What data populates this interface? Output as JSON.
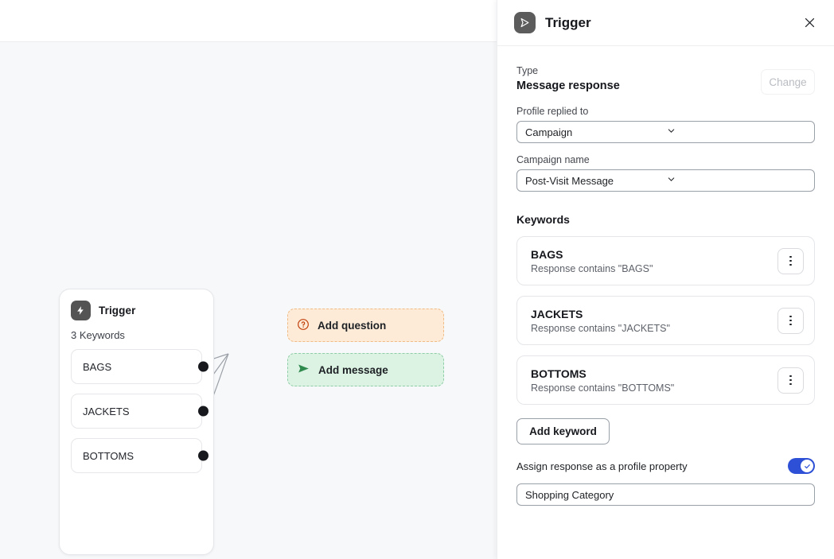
{
  "panel": {
    "icon": "send-triangle-icon",
    "title": "Trigger",
    "close_icon": "close-icon",
    "type_label": "Type",
    "type_value": "Message response",
    "change_label": "Change",
    "profile_label": "Profile replied to",
    "profile_value": "Campaign",
    "campaign_label": "Campaign name",
    "campaign_value": "Post-Visit Message",
    "keywords_title": "Keywords",
    "keywords": [
      {
        "title": "BAGS",
        "subtitle": "Response contains \"BAGS\"",
        "menu_icon": "kebab-menu-icon"
      },
      {
        "title": "JACKETS",
        "subtitle": "Response contains \"JACKETS\"",
        "menu_icon": "kebab-menu-icon"
      },
      {
        "title": "BOTTOMS",
        "subtitle": "Response contains \"BOTTOMS\"",
        "menu_icon": "kebab-menu-icon"
      }
    ],
    "add_keyword_label": "Add keyword",
    "assign_label": "Assign response as a profile property",
    "assign_toggle_on": true,
    "property_value": "Shopping Category",
    "accent_color": "#2d50d6",
    "icon_bg_color": "#5c5c5c"
  },
  "canvas": {
    "node": {
      "icon": "lightning-bolt-icon",
      "title": "Trigger",
      "subtitle": "3 Keywords",
      "keywords": [
        "BAGS",
        "JACKETS",
        "BOTTOMS"
      ]
    },
    "actions": [
      {
        "label": "Add question",
        "icon": "question-circle-icon",
        "bg": "#fdebd8",
        "border": "#f0bb84",
        "icon_color": "#c2410c"
      },
      {
        "label": "Add message",
        "icon": "send-arrow-icon",
        "bg": "#dcf3e3",
        "border": "#8fcda6",
        "icon_color": "#2f8a4e"
      }
    ],
    "background_color": "#f7f8fa"
  }
}
